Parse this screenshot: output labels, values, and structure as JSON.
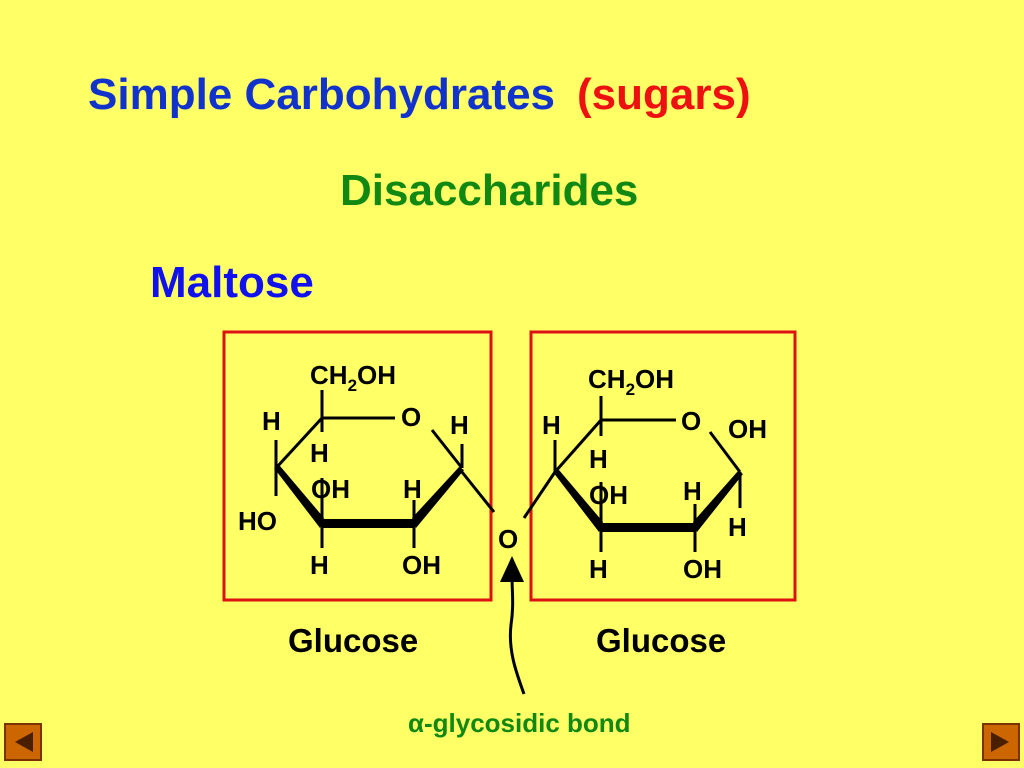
{
  "slide": {
    "title_main": "Simple Carbohydrates",
    "title_sub": "(sugars)",
    "subtitle": "Disaccharides",
    "compound": "Maltose"
  },
  "diagram": {
    "left_ring": {
      "name": "Glucose",
      "ch2oh_main": "CH",
      "ch2oh_sub": "2",
      "ch2oh_tail": "OH",
      "ring_o": "O",
      "c5_h": "H",
      "c1_h": "H",
      "c4_h": "H",
      "c4_ho": "HO",
      "c3_oh": "OH",
      "c3_h": "H",
      "c2_h": "H",
      "c2_oh": "OH"
    },
    "right_ring": {
      "name": "Glucose",
      "ch2oh_main": "CH",
      "ch2oh_sub": "2",
      "ch2oh_tail": "OH",
      "ring_o": "O",
      "c5_h": "H",
      "c1_oh": "OH",
      "c1_h": "H",
      "c4_h": "H",
      "c3_oh": "OH",
      "c3_h": "H",
      "c2_h": "H",
      "c2_oh": "OH"
    },
    "bridge_o": "O",
    "bond_caption_symbol": "α",
    "bond_caption_text": "-glycosidic bond"
  },
  "colors": {
    "background": "#ffff66",
    "title": "#1133cc",
    "title_sub": "#ee1111",
    "subtitle": "#118811",
    "compound": "#1111ee",
    "box_border": "#dd1111",
    "caption": "#118811",
    "nav_button": "#cc6600"
  },
  "nav": {
    "prev_icon": "triangle-left-icon",
    "next_icon": "triangle-right-icon"
  }
}
